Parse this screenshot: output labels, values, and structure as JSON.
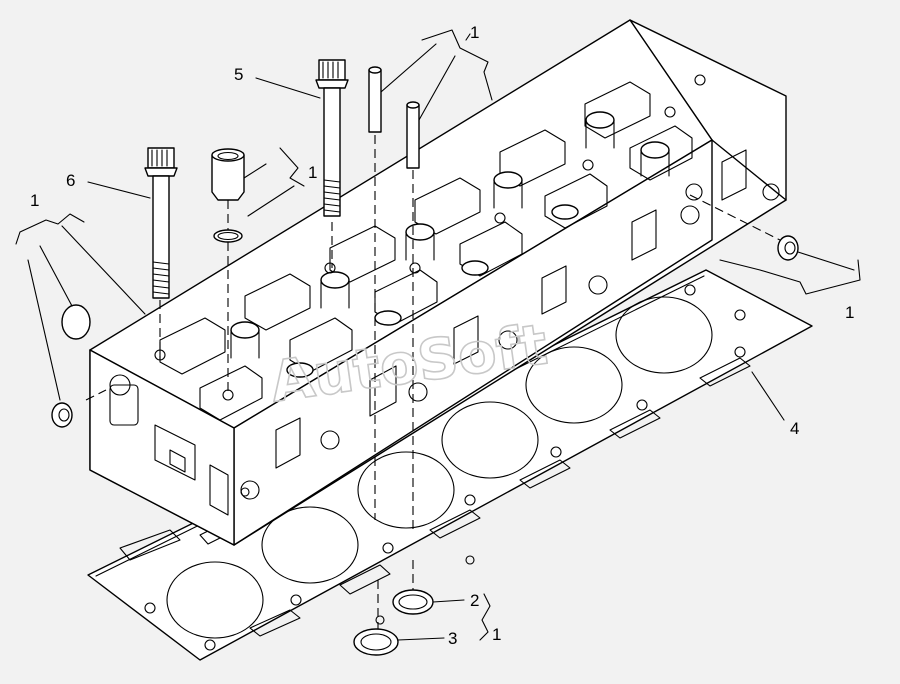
{
  "watermark": "AutoSoft",
  "callouts": {
    "c1_top": "1",
    "c1_plug": "1",
    "c1_left": "1",
    "c1_right": "1",
    "c1_bottom": "1",
    "c2": "2",
    "c3": "3",
    "c4": "4",
    "c5": "5",
    "c6": "6"
  }
}
